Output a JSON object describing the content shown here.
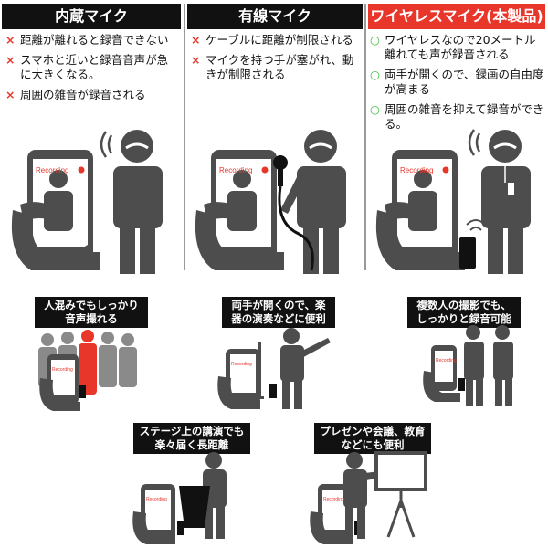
{
  "columns": [
    {
      "header": "内蔵マイク",
      "header_color": "#111111",
      "marker": "×",
      "bullets": [
        "距離が離れると録音できない",
        "スマホと近いと録音音声が急に大きくなる。",
        "周囲の雑音が録音される"
      ]
    },
    {
      "header": "有線マイク",
      "header_color": "#111111",
      "marker": "×",
      "bullets": [
        "ケーブルに距離が制限される",
        "マイクを持つ手が塞がれ、動きが制限される"
      ]
    },
    {
      "header": "ワイヤレスマイク(本製品)",
      "header_color": "#e8372a",
      "marker": "○",
      "bullets": [
        "ワイヤレスなので20メートル離れても声が録音される",
        "両手が開くので、録画の自由度が高まる",
        "周囲の雑音を抑えて録音ができる。"
      ]
    }
  ],
  "phone_label": "Recording",
  "scenes": [
    {
      "caption": "人混みでもしっかり音声撮れる"
    },
    {
      "caption": "両手が開くので、楽器の演奏などに便利"
    },
    {
      "caption": "複数人の撮影でも、しっかりと録音可能"
    },
    {
      "caption": "ステージ上の講演でも楽々届く長距離"
    },
    {
      "caption": "プレゼンや会議、教育などにも便利"
    }
  ],
  "colors": {
    "accent": "#e8372a",
    "ok": "#3dbb3d",
    "figure": "#4d4d4d",
    "figure_light": "#8a8a8a"
  }
}
